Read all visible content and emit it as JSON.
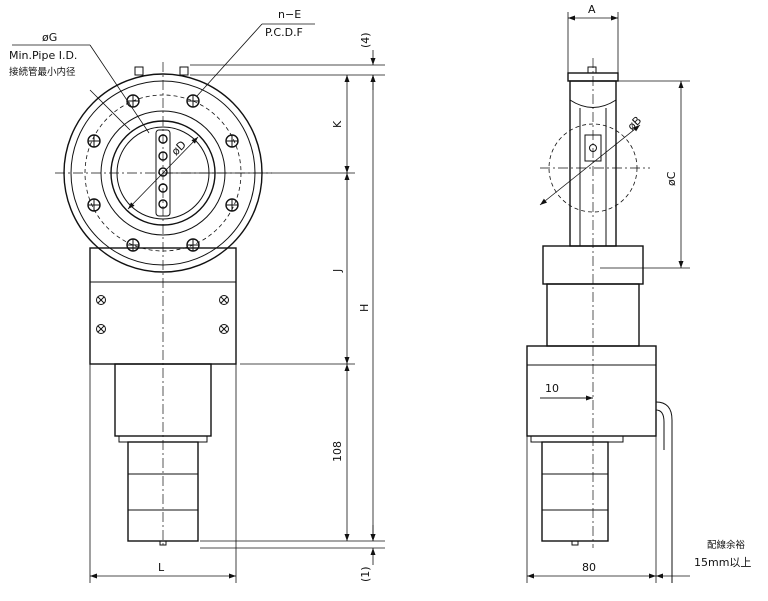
{
  "labels": {
    "phi_g": "øG",
    "min_pipe": "Min.Pipe I.D.",
    "min_pipe_jp": "接続管最小内径",
    "n_e": "n−E",
    "pcd": "P.C.D.F",
    "phi_d": "øD",
    "k": "K",
    "j": "J",
    "h": "H",
    "dim_4": "(4)",
    "dim_108": "108",
    "dim_1": "(1)",
    "l": "L",
    "a": "A",
    "phi_b": "øB",
    "phi_c": "øC",
    "dim_10": "10",
    "dim_80": "80",
    "cable_jp": "配線余裕",
    "cable_len": "15mm以上"
  }
}
